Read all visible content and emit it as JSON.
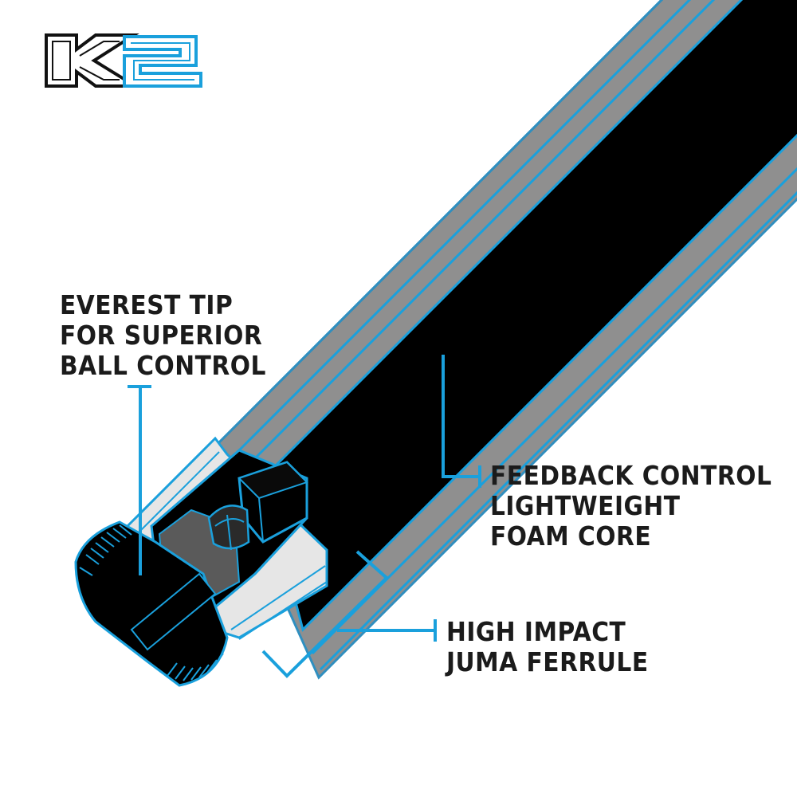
{
  "logo": {
    "text": "K2",
    "k_color": "#000000",
    "two_color": "#1aa0dc"
  },
  "colors": {
    "accent": "#1aa0dc",
    "shaft_black": "#000000",
    "stripe_gray": "#8f8f8f",
    "ferrule_gray": "#e6e6e6",
    "text": "#1b1b1b"
  },
  "callouts": {
    "tip": {
      "lines": [
        "EVEREST TIP",
        "FOR SUPERIOR",
        "BALL CONTROL"
      ]
    },
    "core": {
      "lines": [
        "FEEDBACK CONTROL",
        "LIGHTWEIGHT",
        "FOAM CORE"
      ]
    },
    "ferrule": {
      "lines": [
        "HIGH IMPACT",
        "JUMA FERRULE"
      ]
    }
  }
}
